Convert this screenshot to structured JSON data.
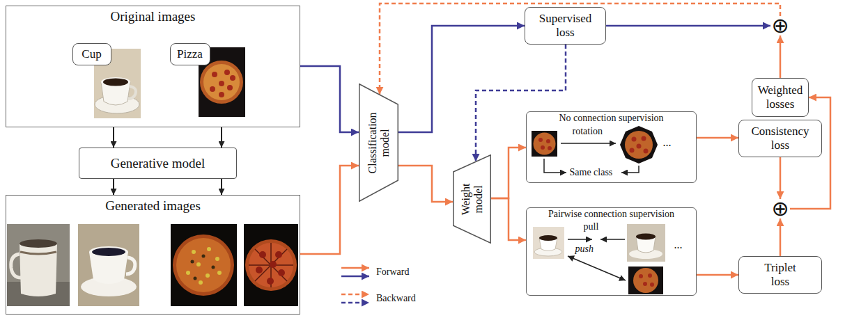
{
  "diagram": {
    "nodes": [
      {
        "text": [
          "Original images"
        ]
      },
      {
        "text": [
          "Cup"
        ],
        "in": 0
      },
      {
        "text": [
          "Pizza"
        ],
        "in": 0
      },
      {
        "text": [
          "Generative model"
        ]
      },
      {
        "text": [
          "Generated images"
        ]
      },
      {
        "text": [
          "Classification model"
        ]
      },
      {
        "text": [
          "Supervised loss"
        ]
      },
      {
        "text": [
          "Weight model"
        ]
      },
      {
        "text": [
          "No connection supervision",
          "rotation",
          "Same class",
          "..."
        ]
      },
      {
        "text": [
          "Pairwise connection supervision",
          "pull",
          "push",
          "..."
        ]
      },
      {
        "text": [
          "Consistency loss"
        ]
      },
      {
        "text": [
          "Triplet loss"
        ]
      },
      {
        "text": [
          "Weighted losses"
        ]
      },
      {
        "text": [
          "⊕"
        ]
      },
      {
        "text": [
          "⊕"
        ]
      }
    ],
    "edges": [
      {
        "from": 0,
        "to": 3,
        "arrow": "to"
      },
      {
        "from": 0,
        "to": 3,
        "arrow": "to"
      },
      {
        "from": 3,
        "to": 4,
        "arrow": "to"
      },
      {
        "from": 3,
        "to": 4,
        "arrow": "to"
      },
      {
        "from": 0,
        "to": 5,
        "arrow": "to"
      },
      {
        "from": 4,
        "to": 5,
        "arrow": "to"
      },
      {
        "from": 5,
        "to": 6,
        "arrow": "to"
      },
      {
        "from": 6,
        "to": 14,
        "arrow": "to"
      },
      {
        "from": 5,
        "to": 7,
        "arrow": "to"
      },
      {
        "from": 6,
        "to": 7,
        "arrow": "to"
      },
      {
        "from": 7,
        "to": 8,
        "arrow": "to"
      },
      {
        "from": 7,
        "to": 9,
        "arrow": "to"
      },
      {
        "from": 8,
        "to": 10,
        "arrow": "to"
      },
      {
        "from": 9,
        "to": 11,
        "arrow": "to"
      },
      {
        "from": 10,
        "to": 13,
        "arrow": "to"
      },
      {
        "from": 11,
        "to": 13,
        "arrow": "to"
      },
      {
        "from": 13,
        "to": 12,
        "arrow": "to"
      },
      {
        "from": 12,
        "to": 14,
        "arrow": "to"
      },
      {
        "from": 14,
        "to": 5,
        "arrow": "to"
      }
    ],
    "legend": [
      {
        "text": "Forward"
      },
      {
        "text": "Backward"
      }
    ]
  }
}
